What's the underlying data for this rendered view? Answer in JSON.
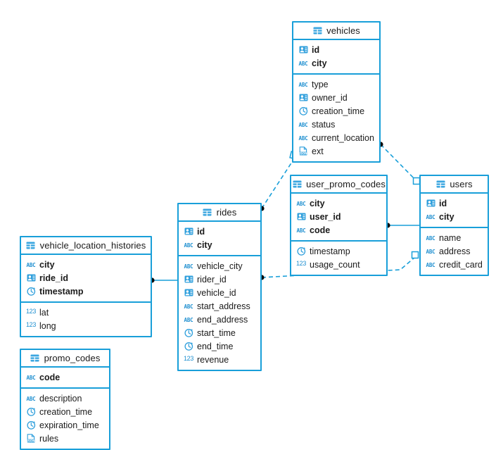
{
  "diagram": {
    "kind": "er-diagram",
    "accent_color": "#199fd9",
    "icon_color": "#1e8fd0",
    "text_color": "#1a1a1a",
    "background": "#ffffff"
  },
  "entities": [
    {
      "id": "vehicles",
      "name": "vehicles",
      "header_icon": "table-icon",
      "key_fields": [
        {
          "name": "id",
          "icon": "key-card-icon"
        },
        {
          "name": "city",
          "icon": "abc-icon"
        }
      ],
      "fields": [
        {
          "name": "type",
          "icon": "abc-icon"
        },
        {
          "name": "owner_id",
          "icon": "key-card-icon"
        },
        {
          "name": "creation_time",
          "icon": "clock-icon"
        },
        {
          "name": "status",
          "icon": "abc-icon"
        },
        {
          "name": "current_location",
          "icon": "abc-icon"
        },
        {
          "name": "ext",
          "icon": "json-icon"
        }
      ]
    },
    {
      "id": "users",
      "name": "users",
      "header_icon": "table-icon",
      "key_fields": [
        {
          "name": "id",
          "icon": "key-card-icon"
        },
        {
          "name": "city",
          "icon": "abc-icon"
        }
      ],
      "fields": [
        {
          "name": "name",
          "icon": "abc-icon"
        },
        {
          "name": "address",
          "icon": "abc-icon"
        },
        {
          "name": "credit_card",
          "icon": "abc-icon"
        }
      ]
    },
    {
      "id": "user_promo_codes",
      "name": "user_promo_codes",
      "header_icon": "table-icon",
      "key_fields": [
        {
          "name": "city",
          "icon": "abc-icon"
        },
        {
          "name": "user_id",
          "icon": "key-card-icon"
        },
        {
          "name": "code",
          "icon": "abc-icon"
        }
      ],
      "fields": [
        {
          "name": "timestamp",
          "icon": "clock-icon"
        },
        {
          "name": "usage_count",
          "icon": "number-icon"
        }
      ]
    },
    {
      "id": "rides",
      "name": "rides",
      "header_icon": "table-icon",
      "key_fields": [
        {
          "name": "id",
          "icon": "key-card-icon"
        },
        {
          "name": "city",
          "icon": "abc-icon"
        }
      ],
      "fields": [
        {
          "name": "vehicle_city",
          "icon": "abc-icon"
        },
        {
          "name": "rider_id",
          "icon": "key-card-icon"
        },
        {
          "name": "vehicle_id",
          "icon": "key-card-icon"
        },
        {
          "name": "start_address",
          "icon": "abc-icon"
        },
        {
          "name": "end_address",
          "icon": "abc-icon"
        },
        {
          "name": "start_time",
          "icon": "clock-icon"
        },
        {
          "name": "end_time",
          "icon": "clock-icon"
        },
        {
          "name": "revenue",
          "icon": "number-icon"
        }
      ]
    },
    {
      "id": "vehicle_location_histories",
      "name": "vehicle_location_histories",
      "header_icon": "table-icon",
      "key_fields": [
        {
          "name": "city",
          "icon": "abc-icon"
        },
        {
          "name": "ride_id",
          "icon": "key-card-icon"
        },
        {
          "name": "timestamp",
          "icon": "clock-icon"
        }
      ],
      "fields": [
        {
          "name": "lat",
          "icon": "number-icon"
        },
        {
          "name": "long",
          "icon": "number-icon"
        }
      ]
    },
    {
      "id": "promo_codes",
      "name": "promo_codes",
      "header_icon": "table-icon",
      "key_fields": [
        {
          "name": "code",
          "icon": "abc-icon"
        }
      ],
      "fields": [
        {
          "name": "description",
          "icon": "abc-icon"
        },
        {
          "name": "creation_time",
          "icon": "clock-icon"
        },
        {
          "name": "expiration_time",
          "icon": "clock-icon"
        },
        {
          "name": "rules",
          "icon": "json-icon"
        }
      ]
    }
  ],
  "relationships": [
    {
      "id": "vehicles-to-users",
      "from": "vehicles",
      "to": "users",
      "style": "dashed"
    },
    {
      "id": "vehicles-to-user_promo_codes",
      "from": "vehicles",
      "to": "user_promo_codes",
      "style": "dashed"
    },
    {
      "id": "user_promo_codes-to-users",
      "from": "user_promo_codes",
      "to": "users",
      "style": "solid"
    },
    {
      "id": "rides-to-users",
      "from": "rides",
      "to": "users",
      "style": "dashed"
    },
    {
      "id": "vehicle_location_histories-to-rides",
      "from": "vehicle_location_histories",
      "to": "rides",
      "style": "solid"
    }
  ]
}
